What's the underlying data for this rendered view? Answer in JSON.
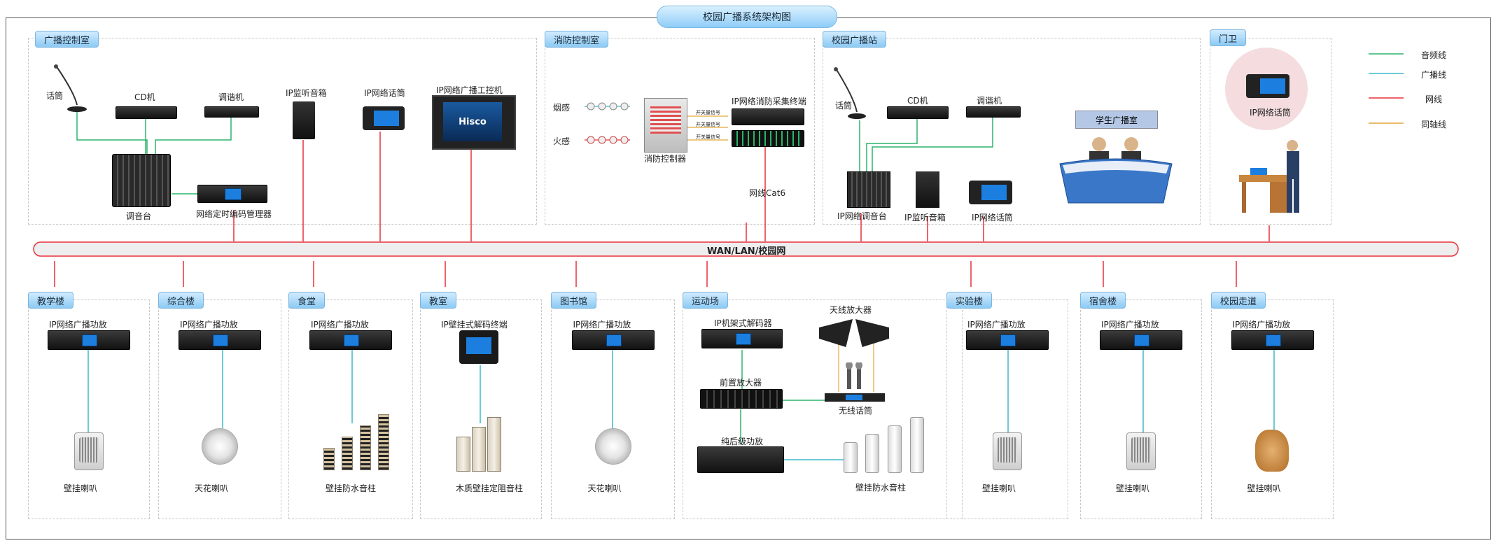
{
  "title": "校园广播系统架构图",
  "network_label": "WAN/LAN/校园网",
  "cable_label": "网线Cat6",
  "legend": [
    {
      "label": "音频线",
      "color": "#2db36b"
    },
    {
      "label": "广播线",
      "color": "#3bb8c9"
    },
    {
      "label": "网线",
      "color": "#e8313a"
    },
    {
      "label": "同轴线",
      "color": "#e2a63a"
    }
  ],
  "zones": {
    "broadcast_room": {
      "tag": "广播控制室",
      "mic": "话筒",
      "cd": "CD机",
      "tuner": "调谐机",
      "ip_monitor": "IP监听音箱",
      "ip_paging": "IP网络话筒",
      "ip_workstation": "IP网络广播工控机",
      "mixer": "调音台",
      "timer": "网络定时编码管理器"
    },
    "fire_room": {
      "tag": "消防控制室",
      "smoke": "烟感",
      "fire": "火感",
      "collector": "IP网络消防采集终端",
      "controller": "消防控制器",
      "signal": "开关量信号"
    },
    "campus_station": {
      "tag": "校园广播站",
      "mic": "话筒",
      "cd": "CD机",
      "tuner": "调谐机",
      "student_room": "学生广播室",
      "ip_mixer": "IP网络调音台",
      "ip_monitor": "IP监听音箱",
      "ip_paging": "IP网络话筒"
    },
    "guard": {
      "tag": "门卫",
      "ip_paging": "IP网络话筒"
    }
  },
  "terminals": [
    {
      "tag": "教学楼",
      "device": "IP网络广播功放",
      "speaker": "壁挂喇叭"
    },
    {
      "tag": "综合楼",
      "device": "IP网络广播功放",
      "speaker": "天花喇叭"
    },
    {
      "tag": "食堂",
      "device": "IP网络广播功放",
      "speaker": "壁挂防水音柱"
    },
    {
      "tag": "教室",
      "device": "IP壁挂式解码终端",
      "speaker": "木质壁挂定阻音柱"
    },
    {
      "tag": "图书馆",
      "device": "IP网络广播功放",
      "speaker": "天花喇叭"
    },
    {
      "tag": "实验楼",
      "device": "IP网络广播功放",
      "speaker": "壁挂喇叭"
    },
    {
      "tag": "宿舍楼",
      "device": "IP网络广播功放",
      "speaker": "壁挂喇叭"
    },
    {
      "tag": "校园走道",
      "device": "IP网络广播功放",
      "speaker": "壁挂喇叭"
    }
  ],
  "sports": {
    "tag": "运动场",
    "decoder": "IP机架式解码器",
    "antenna": "天线放大器",
    "preamp": "前置放大器",
    "wireless_mic": "无线话筒",
    "amp": "纯后级功放",
    "speaker": "壁挂防水音柱"
  },
  "brand": "Hisco"
}
